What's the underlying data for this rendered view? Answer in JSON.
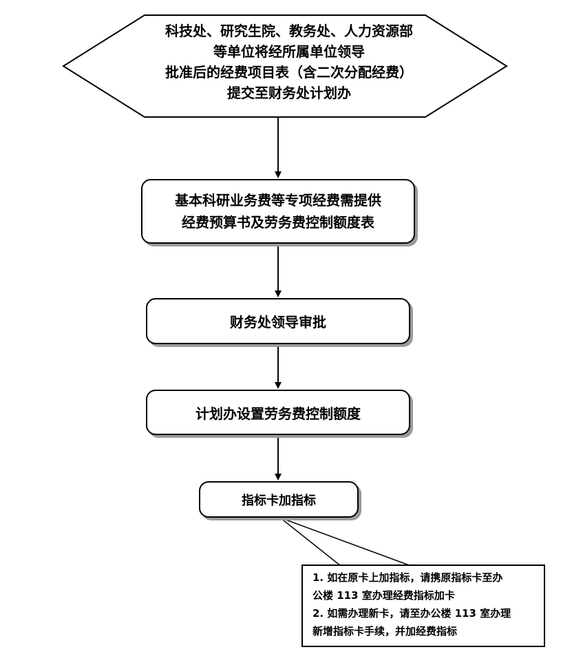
{
  "flowchart": {
    "start": {
      "lines": [
        "科技处、研究生院、教务处、人力资源部",
        "等单位将经所属单位领导",
        "批准后的经费项目表（含二次分配经费）",
        "提交至财务处计划办"
      ]
    },
    "step1": {
      "lines": [
        "基本科研业务费等专项经费需提供",
        "经费预算书及劳务费控制额度表"
      ]
    },
    "step2": {
      "label": "财务处领导审批"
    },
    "step3": {
      "label": "计划办设置劳务费控制额度"
    },
    "step4": {
      "label": "指标卡加指标"
    },
    "note": {
      "lines": [
        "1. 如在原卡上加指标，请携原指标卡至办",
        "公楼 113 室办理经费指标加卡",
        "2. 如需办理新卡，请至办公楼 113 室办理",
        "新增指标卡手续，并加经费指标"
      ]
    }
  }
}
